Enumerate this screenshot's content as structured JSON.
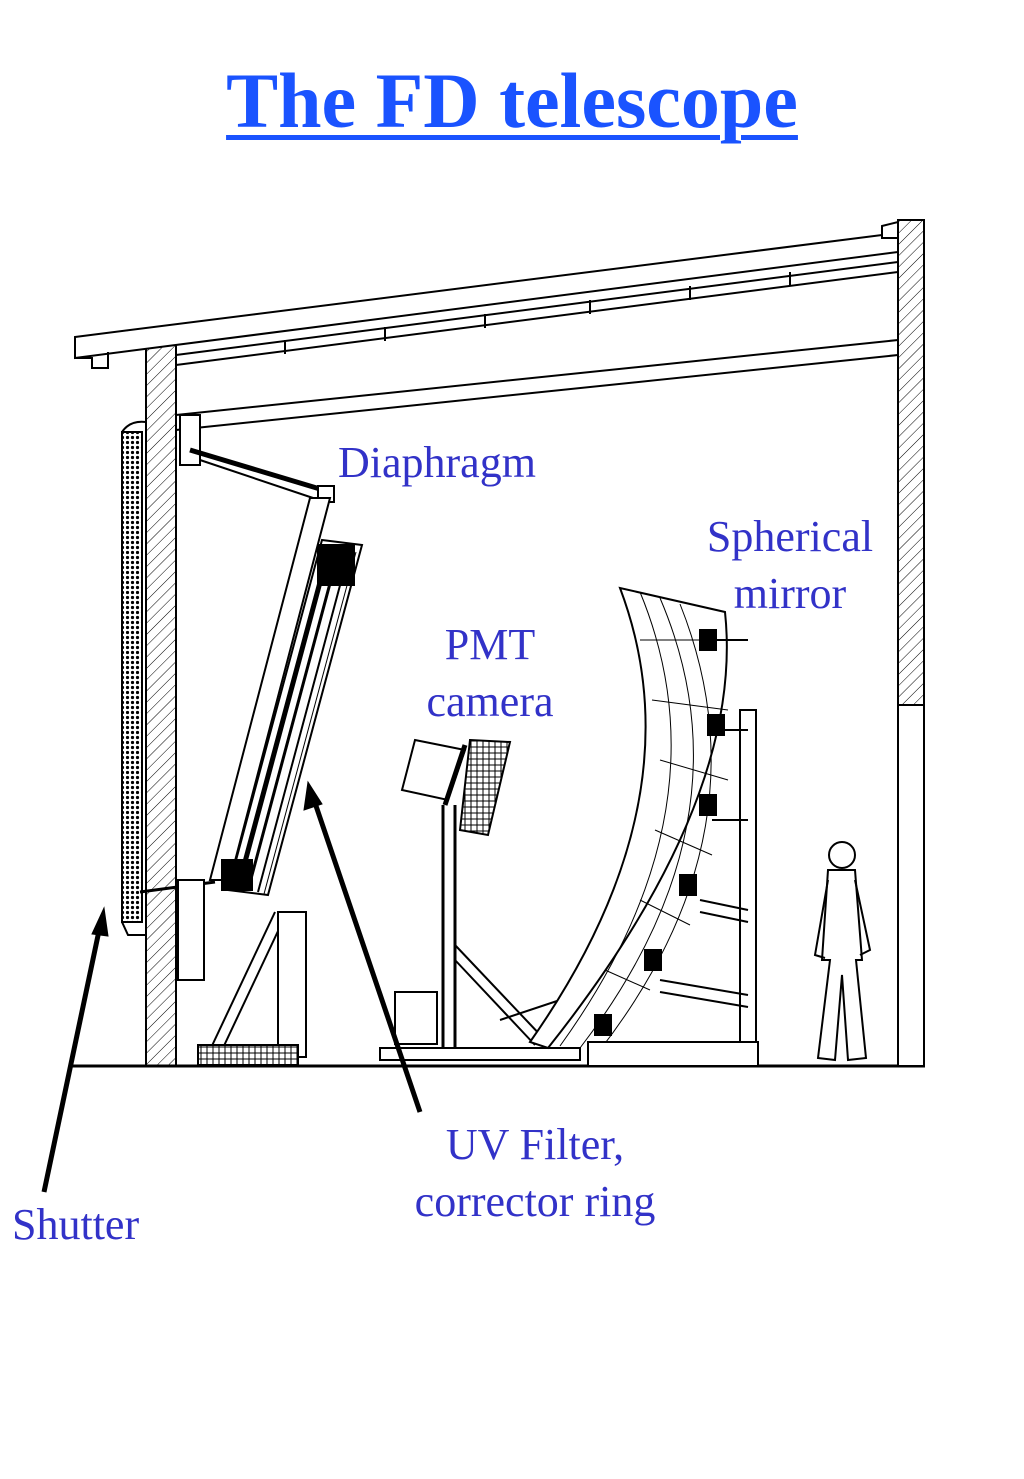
{
  "title": "The FD telescope",
  "labels": {
    "diaphragm": "Diaphragm",
    "spherical_mirror_line1": "Spherical",
    "spherical_mirror_line2": "mirror",
    "pmt_camera_line1": "PMT",
    "pmt_camera_line2": "camera",
    "uv_filter_line1": "UV Filter,",
    "uv_filter_line2": "corrector ring",
    "shutter": "Shutter"
  },
  "colors": {
    "title": "#1a53ff",
    "label": "#3232c8",
    "line": "#000000"
  }
}
